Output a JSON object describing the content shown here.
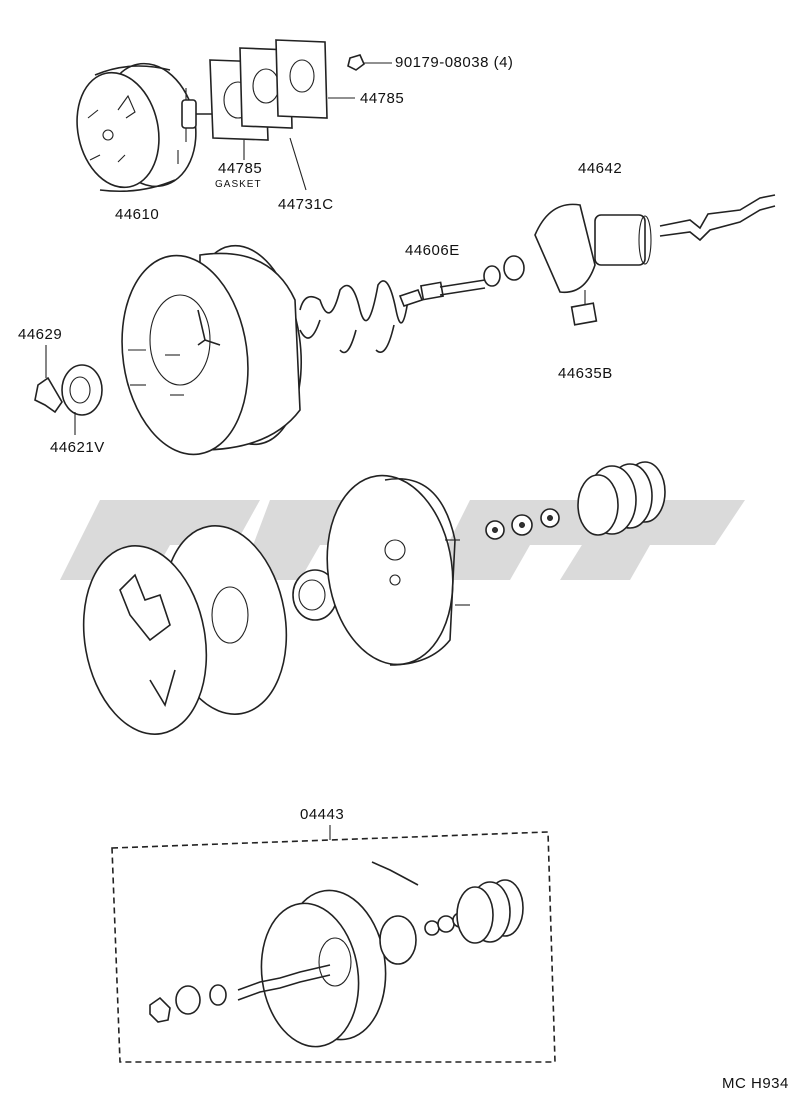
{
  "labels": {
    "p90179": "90179-08038 (4)",
    "p44785a": "44785",
    "p44785b": "44785",
    "gasket": "GASKET",
    "p44731c": "44731C",
    "p44610": "44610",
    "p44642": "44642",
    "p44606e": "44606E",
    "p44629": "44629",
    "p44635b": "44635B",
    "p44621v": "44621V",
    "p04443": "04443",
    "code": "MC H934"
  },
  "colors": {
    "ink": "#222222",
    "watermark": "#d4d4d4",
    "paper": "#ffffff"
  }
}
